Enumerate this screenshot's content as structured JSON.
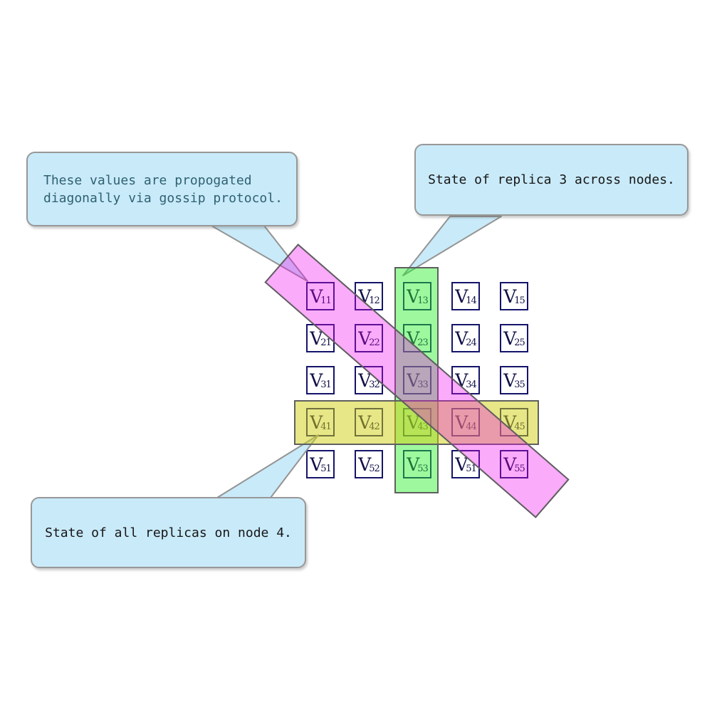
{
  "diagram": {
    "callouts": {
      "gossip": {
        "line1": "These values are propogated",
        "line2": "diagonally via gossip protocol.",
        "text_color": "#2e6171"
      },
      "replica": {
        "line1": "State of replica 3 across nodes.",
        "text_color": "#161616"
      },
      "node": {
        "line1": "State of all replicas on node 4.",
        "text_color": "#161616"
      }
    },
    "matrix": {
      "symbol": "V",
      "rows": [
        {
          "cells": [
            {
              "sub": "11"
            },
            {
              "sub": "12"
            },
            {
              "sub": "13"
            },
            {
              "sub": "14"
            },
            {
              "sub": "15"
            }
          ]
        },
        {
          "cells": [
            {
              "sub": "21"
            },
            {
              "sub": "22"
            },
            {
              "sub": "23"
            },
            {
              "sub": "24"
            },
            {
              "sub": "25"
            }
          ]
        },
        {
          "cells": [
            {
              "sub": "31"
            },
            {
              "sub": "32"
            },
            {
              "sub": "33"
            },
            {
              "sub": "34"
            },
            {
              "sub": "35"
            }
          ]
        },
        {
          "cells": [
            {
              "sub": "41"
            },
            {
              "sub": "42"
            },
            {
              "sub": "43"
            },
            {
              "sub": "44"
            },
            {
              "sub": "45"
            }
          ]
        },
        {
          "cells": [
            {
              "sub": "51"
            },
            {
              "sub": "52"
            },
            {
              "sub": "53"
            },
            {
              "sub": "51"
            },
            {
              "sub": "55"
            }
          ]
        }
      ]
    },
    "highlights": {
      "replica_column": {
        "fill": "#28f028",
        "covers": "column 3"
      },
      "node_row": {
        "fill": "#d0d010",
        "covers": "row 4"
      },
      "gossip_diagonal": {
        "fill": "#f00af0",
        "covers": "main diagonal"
      }
    },
    "colors": {
      "callout_fill": "#c9eaf9",
      "callout_border": "#989898",
      "band_border": "#5f5f5f",
      "cell_border": "#14146a",
      "cell_text": "#0f0f48",
      "background": "#ffffff"
    }
  }
}
